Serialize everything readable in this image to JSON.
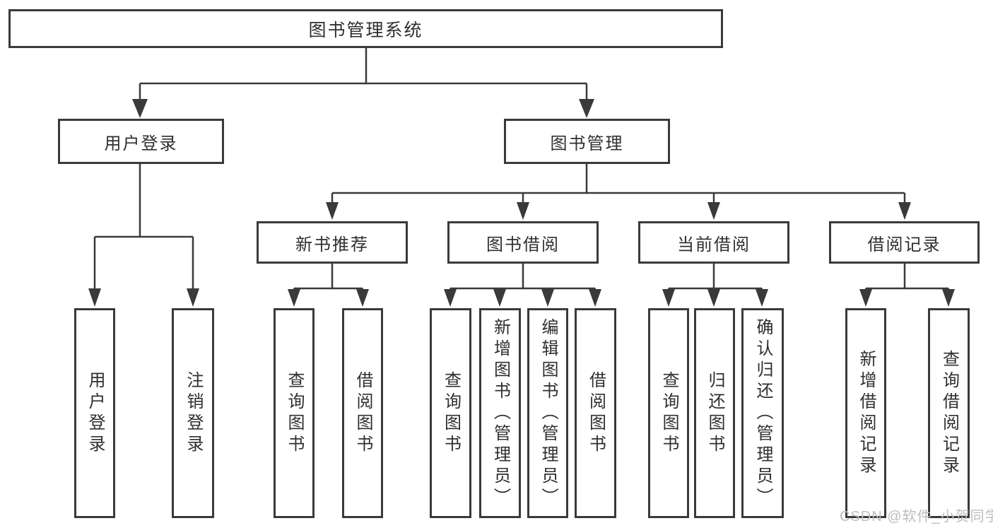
{
  "colors": {
    "line": "#3a3a3a",
    "box_border": "#3a3a3a",
    "text": "#2f2f2f",
    "background": "#ffffff",
    "watermark": "#bdbdbd"
  },
  "root": {
    "label": "图书管理系统"
  },
  "level2": {
    "user_login": {
      "label": "用户登录"
    },
    "book_management": {
      "label": "图书管理"
    }
  },
  "level3": {
    "new_book_recommendation": {
      "label": "新书推荐"
    },
    "book_borrowing": {
      "label": "图书借阅"
    },
    "current_borrowing": {
      "label": "当前借阅"
    },
    "borrowing_records": {
      "label": "借阅记录"
    }
  },
  "leaves": {
    "user_login": [
      {
        "label": "用户登录"
      },
      {
        "label": "注销登录"
      }
    ],
    "new_book_recommendation": [
      {
        "label": "查询图书"
      },
      {
        "label": "借阅图书"
      }
    ],
    "book_borrowing": [
      {
        "label": "查询图书"
      },
      {
        "label": "新增图书（管理员）"
      },
      {
        "label": "编辑图书（管理员）"
      },
      {
        "label": "借阅图书"
      }
    ],
    "current_borrowing": [
      {
        "label": "查询图书"
      },
      {
        "label": "归还图书"
      },
      {
        "label": "确认归还（管理员）"
      }
    ],
    "borrowing_records": [
      {
        "label": "新增借阅记录"
      },
      {
        "label": "查询借阅记录"
      }
    ]
  },
  "watermark": {
    "text": "CSDN @软件_小贺同学"
  }
}
